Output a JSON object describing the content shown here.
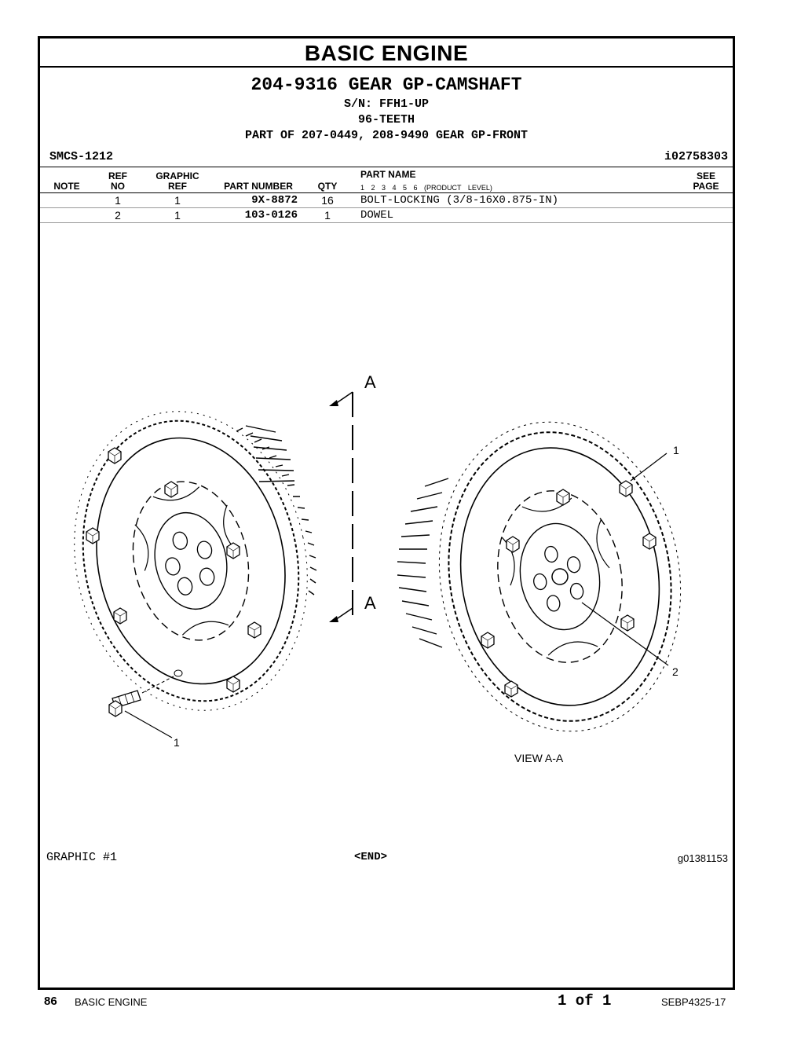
{
  "section_title": "BASIC ENGINE",
  "group": {
    "title": "204-9316 GEAR GP-CAMSHAFT",
    "serial": "S/N: FFH1-UP",
    "teeth": "96-TEETH",
    "part_of": "PART OF 207-0449, 208-9490 GEAR GP-FRONT"
  },
  "smcs": "SMCS-1212",
  "info_id": "i02758303",
  "table": {
    "headers": {
      "note": "NOTE",
      "ref_no_top": "REF",
      "ref_no_bottom": "NO",
      "graphic_ref_top": "GRAPHIC",
      "graphic_ref_bottom": "REF",
      "part_number": "PART NUMBER",
      "qty": "QTY",
      "part_name": "PART NAME",
      "product_levels": "1 2 3 4 5 6 (PRODUCT LEVEL)",
      "see_page_top": "SEE",
      "see_page_bottom": "PAGE"
    },
    "rows": [
      {
        "note": "",
        "ref_no": "1",
        "graphic_ref": "1",
        "part_number": "9X-8872",
        "qty": "16",
        "part_name": "BOLT-LOCKING (3/8-16X0.875-IN)",
        "see_page": ""
      },
      {
        "note": "",
        "ref_no": "2",
        "graphic_ref": "1",
        "part_number": "103-0126",
        "qty": "1",
        "part_name": "DOWEL",
        "see_page": ""
      }
    ]
  },
  "illustration": {
    "section_label_top": "A",
    "section_label_bottom": "A",
    "callout_left_bolt": "1",
    "callout_right_bolt": "1",
    "callout_dowel": "2",
    "view_label": "VIEW A-A"
  },
  "graphic_footer": {
    "label": "GRAPHIC #1",
    "end_marker": "<END>",
    "graphic_id": "g01381153"
  },
  "page_footer": {
    "page_number": "86",
    "section": "BASIC ENGINE",
    "page_of": "1 of 1",
    "doc_id": "SEBP4325-17"
  }
}
